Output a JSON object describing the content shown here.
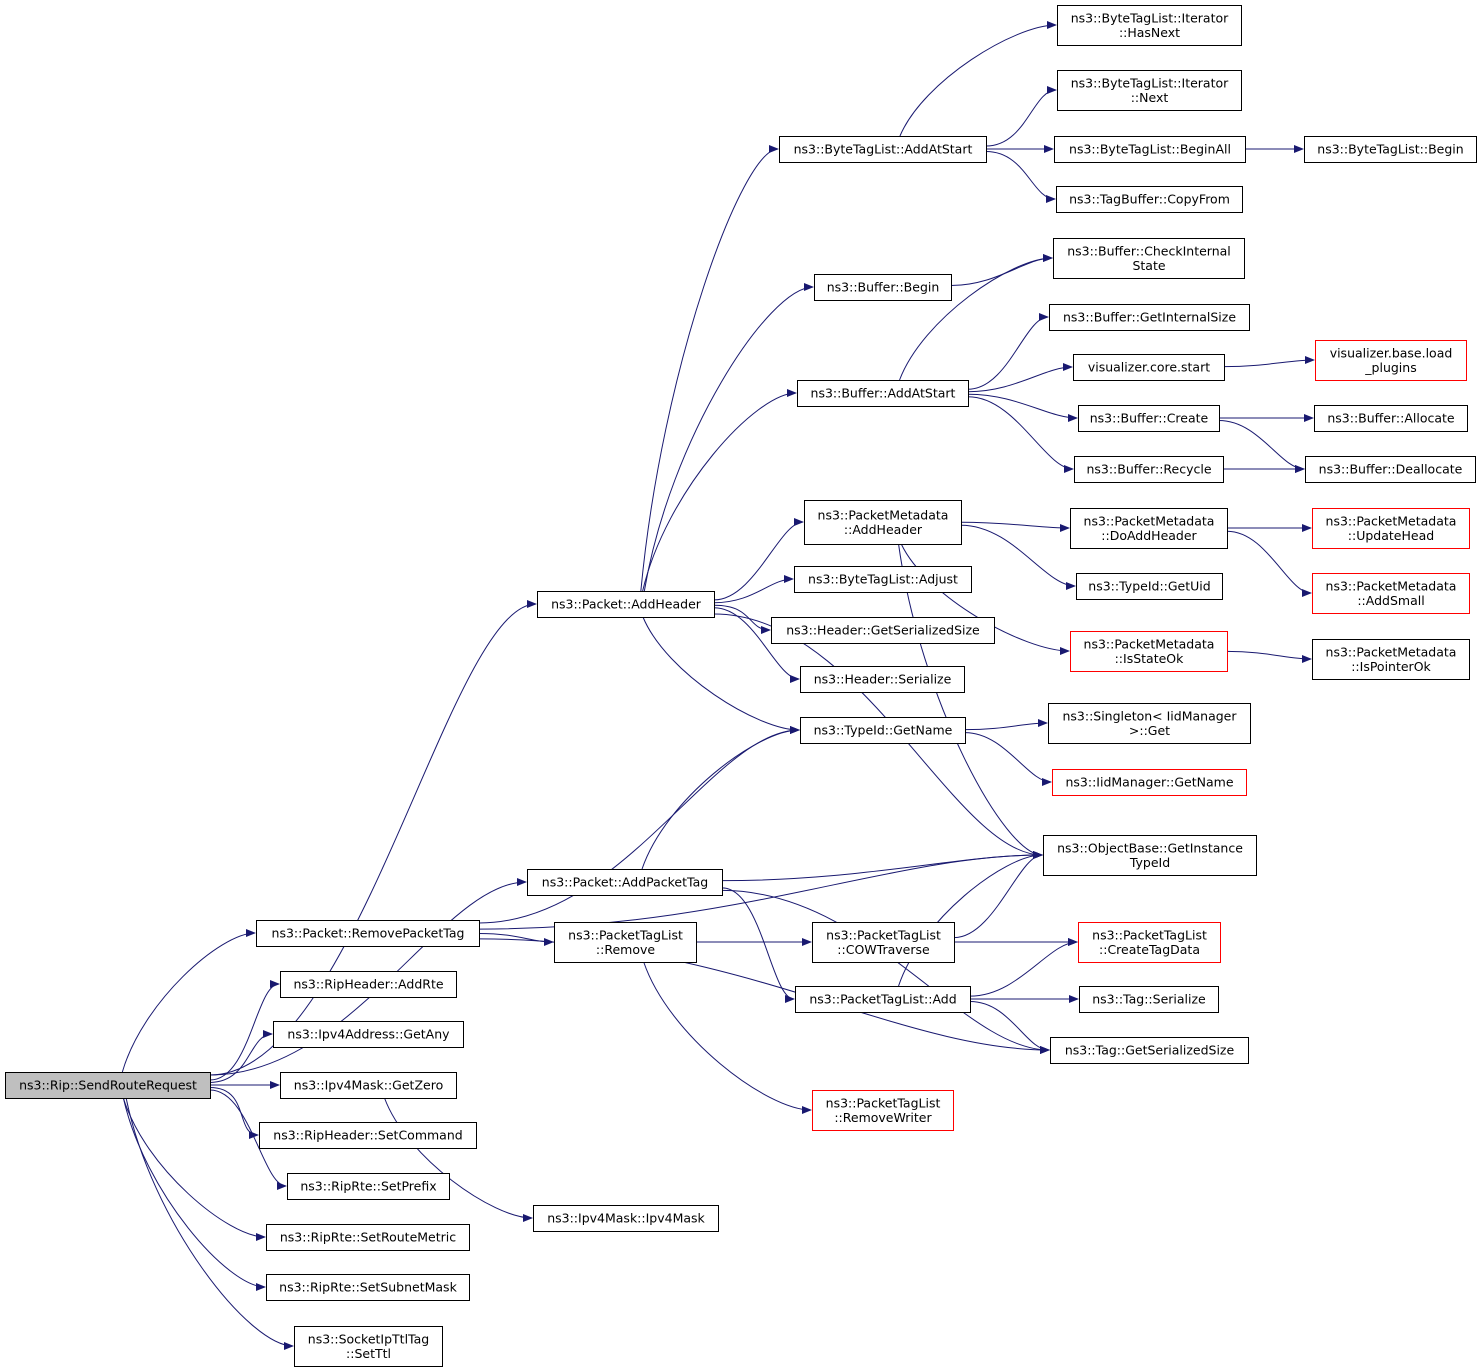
{
  "colors": {
    "edge": "#191970",
    "node_border": "#000000",
    "node_border_truncated": "#ff0000",
    "root_fill": "#bfbfbf",
    "node_fill": "#ffffff"
  },
  "nodes": [
    {
      "id": "root",
      "lines": [
        "ns3::Rip::SendRouteRequest"
      ],
      "style": "root"
    },
    {
      "id": "packet_addheader",
      "lines": [
        "ns3::Packet::AddHeader"
      ],
      "style": "normal"
    },
    {
      "id": "packet_addpackettag",
      "lines": [
        "ns3::Packet::AddPacketTag"
      ],
      "style": "normal"
    },
    {
      "id": "packet_removepackettag",
      "lines": [
        "ns3::Packet::RemovePacketTag"
      ],
      "style": "normal"
    },
    {
      "id": "ripheader_addrte",
      "lines": [
        "ns3::RipHeader::AddRte"
      ],
      "style": "normal"
    },
    {
      "id": "ipv4address_getany",
      "lines": [
        "ns3::Ipv4Address::GetAny"
      ],
      "style": "normal"
    },
    {
      "id": "ipv4mask_getzero",
      "lines": [
        "ns3::Ipv4Mask::GetZero"
      ],
      "style": "normal"
    },
    {
      "id": "ripheader_setcommand",
      "lines": [
        "ns3::RipHeader::SetCommand"
      ],
      "style": "normal"
    },
    {
      "id": "riprte_setprefix",
      "lines": [
        "ns3::RipRte::SetPrefix"
      ],
      "style": "normal"
    },
    {
      "id": "riprte_setroutemetric",
      "lines": [
        "ns3::RipRte::SetRouteMetric"
      ],
      "style": "normal"
    },
    {
      "id": "riprte_setsubnetmask",
      "lines": [
        "ns3::RipRte::SetSubnetMask"
      ],
      "style": "normal"
    },
    {
      "id": "socketipttltag_setttl",
      "lines": [
        "ns3::SocketIpTtlTag",
        "::SetTtl"
      ],
      "style": "normal"
    },
    {
      "id": "ipv4mask_ipv4mask",
      "lines": [
        "ns3::Ipv4Mask::Ipv4Mask"
      ],
      "style": "normal"
    },
    {
      "id": "bytetaglist_addatstart",
      "lines": [
        "ns3::ByteTagList::AddAtStart"
      ],
      "style": "normal"
    },
    {
      "id": "buffer_begin",
      "lines": [
        "ns3::Buffer::Begin"
      ],
      "style": "normal"
    },
    {
      "id": "buffer_addatstart",
      "lines": [
        "ns3::Buffer::AddAtStart"
      ],
      "style": "normal"
    },
    {
      "id": "packetmetadata_addheader",
      "lines": [
        "ns3::PacketMetadata",
        "::AddHeader"
      ],
      "style": "normal"
    },
    {
      "id": "bytetaglist_adjust",
      "lines": [
        "ns3::ByteTagList::Adjust"
      ],
      "style": "normal"
    },
    {
      "id": "header_getserializedsize",
      "lines": [
        "ns3::Header::GetSerializedSize"
      ],
      "style": "normal"
    },
    {
      "id": "header_serialize",
      "lines": [
        "ns3::Header::Serialize"
      ],
      "style": "normal"
    },
    {
      "id": "typeid_getname",
      "lines": [
        "ns3::TypeId::GetName"
      ],
      "style": "normal"
    },
    {
      "id": "packettaglist_remove",
      "lines": [
        "ns3::PacketTagList",
        "::Remove"
      ],
      "style": "normal"
    },
    {
      "id": "packettaglist_cowtraverse",
      "lines": [
        "ns3::PacketTagList",
        "::COWTraverse"
      ],
      "style": "normal"
    },
    {
      "id": "packettaglist_add",
      "lines": [
        "ns3::PacketTagList::Add"
      ],
      "style": "normal"
    },
    {
      "id": "packettaglist_removewriter",
      "lines": [
        "ns3::PacketTagList",
        "::RemoveWriter"
      ],
      "style": "truncated"
    },
    {
      "id": "iterator_hasnext",
      "lines": [
        "ns3::ByteTagList::Iterator",
        "::HasNext"
      ],
      "style": "normal"
    },
    {
      "id": "iterator_next",
      "lines": [
        "ns3::ByteTagList::Iterator",
        "::Next"
      ],
      "style": "normal"
    },
    {
      "id": "bytetaglist_beginall",
      "lines": [
        "ns3::ByteTagList::BeginAll"
      ],
      "style": "normal"
    },
    {
      "id": "tagbuffer_copyfrom",
      "lines": [
        "ns3::TagBuffer::CopyFrom"
      ],
      "style": "normal"
    },
    {
      "id": "buffer_checkinternalstate",
      "lines": [
        "ns3::Buffer::CheckInternal",
        "State"
      ],
      "style": "normal"
    },
    {
      "id": "buffer_getinternalsize",
      "lines": [
        "ns3::Buffer::GetInternalSize"
      ],
      "style": "normal"
    },
    {
      "id": "visualizer_core_start",
      "lines": [
        "visualizer.core.start"
      ],
      "style": "normal"
    },
    {
      "id": "buffer_create",
      "lines": [
        "ns3::Buffer::Create"
      ],
      "style": "normal"
    },
    {
      "id": "buffer_recycle",
      "lines": [
        "ns3::Buffer::Recycle"
      ],
      "style": "normal"
    },
    {
      "id": "packetmetadata_doaddheader",
      "lines": [
        "ns3::PacketMetadata",
        "::DoAddHeader"
      ],
      "style": "normal"
    },
    {
      "id": "typeid_getuid",
      "lines": [
        "ns3::TypeId::GetUid"
      ],
      "style": "normal"
    },
    {
      "id": "packetmetadata_isstateok",
      "lines": [
        "ns3::PacketMetadata",
        "::IsStateOk"
      ],
      "style": "truncated"
    },
    {
      "id": "singleton_get",
      "lines": [
        "ns3::Singleton< IidManager",
        ">::Get"
      ],
      "style": "normal"
    },
    {
      "id": "iidmanager_getname",
      "lines": [
        "ns3::IidManager::GetName"
      ],
      "style": "truncated"
    },
    {
      "id": "objectbase_getinstancetypeid",
      "lines": [
        "ns3::ObjectBase::GetInstance",
        "TypeId"
      ],
      "style": "normal"
    },
    {
      "id": "packettaglist_createtagdata",
      "lines": [
        "ns3::PacketTagList",
        "::CreateTagData"
      ],
      "style": "truncated"
    },
    {
      "id": "tag_serialize",
      "lines": [
        "ns3::Tag::Serialize"
      ],
      "style": "normal"
    },
    {
      "id": "tag_getserializedsize",
      "lines": [
        "ns3::Tag::GetSerializedSize"
      ],
      "style": "normal"
    },
    {
      "id": "bytetaglist_begin",
      "lines": [
        "ns3::ByteTagList::Begin"
      ],
      "style": "normal"
    },
    {
      "id": "visualizer_base_load_plugins",
      "lines": [
        "visualizer.base.load",
        "_plugins"
      ],
      "style": "truncated"
    },
    {
      "id": "buffer_allocate",
      "lines": [
        "ns3::Buffer::Allocate"
      ],
      "style": "normal"
    },
    {
      "id": "buffer_deallocate",
      "lines": [
        "ns3::Buffer::Deallocate"
      ],
      "style": "normal"
    },
    {
      "id": "packetmetadata_updatehead",
      "lines": [
        "ns3::PacketMetadata",
        "::UpdateHead"
      ],
      "style": "truncated"
    },
    {
      "id": "packetmetadata_addsmall",
      "lines": [
        "ns3::PacketMetadata",
        "::AddSmall"
      ],
      "style": "truncated"
    },
    {
      "id": "packetmetadata_ispointerok",
      "lines": [
        "ns3::PacketMetadata",
        "::IsPointerOk"
      ],
      "style": "normal"
    }
  ],
  "edges": [
    [
      "root",
      "packet_addheader"
    ],
    [
      "root",
      "packet_addpackettag"
    ],
    [
      "root",
      "packet_removepackettag"
    ],
    [
      "root",
      "ripheader_addrte"
    ],
    [
      "root",
      "ipv4address_getany"
    ],
    [
      "root",
      "ipv4mask_getzero"
    ],
    [
      "root",
      "ripheader_setcommand"
    ],
    [
      "root",
      "riprte_setprefix"
    ],
    [
      "root",
      "riprte_setroutemetric"
    ],
    [
      "root",
      "riprte_setsubnetmask"
    ],
    [
      "root",
      "socketipttltag_setttl"
    ],
    [
      "ipv4mask_getzero",
      "ipv4mask_ipv4mask"
    ],
    [
      "packet_addheader",
      "bytetaglist_addatstart"
    ],
    [
      "packet_addheader",
      "buffer_begin"
    ],
    [
      "packet_addheader",
      "buffer_addatstart"
    ],
    [
      "packet_addheader",
      "packetmetadata_addheader"
    ],
    [
      "packet_addheader",
      "bytetaglist_adjust"
    ],
    [
      "packet_addheader",
      "header_getserializedsize"
    ],
    [
      "packet_addheader",
      "header_serialize"
    ],
    [
      "packet_addheader",
      "typeid_getname"
    ],
    [
      "packet_addheader",
      "objectbase_getinstancetypeid"
    ],
    [
      "packet_addpackettag",
      "typeid_getname"
    ],
    [
      "packet_addpackettag",
      "objectbase_getinstancetypeid"
    ],
    [
      "packet_addpackettag",
      "packettaglist_add"
    ],
    [
      "packet_addpackettag",
      "tag_getserializedsize"
    ],
    [
      "packet_removepackettag",
      "typeid_getname"
    ],
    [
      "packet_removepackettag",
      "objectbase_getinstancetypeid"
    ],
    [
      "packet_removepackettag",
      "packettaglist_remove"
    ],
    [
      "packet_removepackettag",
      "tag_getserializedsize"
    ],
    [
      "packettaglist_remove",
      "packettaglist_cowtraverse"
    ],
    [
      "packettaglist_remove",
      "packettaglist_removewriter"
    ],
    [
      "packettaglist_cowtraverse",
      "objectbase_getinstancetypeid"
    ],
    [
      "packettaglist_cowtraverse",
      "packettaglist_createtagdata"
    ],
    [
      "packettaglist_add",
      "objectbase_getinstancetypeid"
    ],
    [
      "packettaglist_add",
      "packettaglist_createtagdata"
    ],
    [
      "packettaglist_add",
      "tag_serialize"
    ],
    [
      "packettaglist_add",
      "tag_getserializedsize"
    ],
    [
      "bytetaglist_addatstart",
      "iterator_hasnext"
    ],
    [
      "bytetaglist_addatstart",
      "iterator_next"
    ],
    [
      "bytetaglist_addatstart",
      "bytetaglist_beginall"
    ],
    [
      "bytetaglist_addatstart",
      "tagbuffer_copyfrom"
    ],
    [
      "bytetaglist_beginall",
      "bytetaglist_begin"
    ],
    [
      "buffer_begin",
      "buffer_checkinternalstate"
    ],
    [
      "buffer_addatstart",
      "buffer_checkinternalstate"
    ],
    [
      "buffer_addatstart",
      "buffer_getinternalsize"
    ],
    [
      "buffer_addatstart",
      "visualizer_core_start"
    ],
    [
      "buffer_addatstart",
      "buffer_create"
    ],
    [
      "buffer_addatstart",
      "buffer_recycle"
    ],
    [
      "visualizer_core_start",
      "visualizer_base_load_plugins"
    ],
    [
      "buffer_create",
      "buffer_allocate"
    ],
    [
      "buffer_create",
      "buffer_deallocate"
    ],
    [
      "buffer_recycle",
      "buffer_deallocate"
    ],
    [
      "packetmetadata_addheader",
      "packetmetadata_doaddheader"
    ],
    [
      "packetmetadata_addheader",
      "typeid_getuid"
    ],
    [
      "packetmetadata_addheader",
      "packetmetadata_isstateok"
    ],
    [
      "packetmetadata_addheader",
      "objectbase_getinstancetypeid"
    ],
    [
      "packetmetadata_doaddheader",
      "packetmetadata_updatehead"
    ],
    [
      "packetmetadata_doaddheader",
      "packetmetadata_addsmall"
    ],
    [
      "packetmetadata_isstateok",
      "packetmetadata_ispointerok"
    ],
    [
      "typeid_getname",
      "singleton_get"
    ],
    [
      "typeid_getname",
      "iidmanager_getname"
    ]
  ]
}
